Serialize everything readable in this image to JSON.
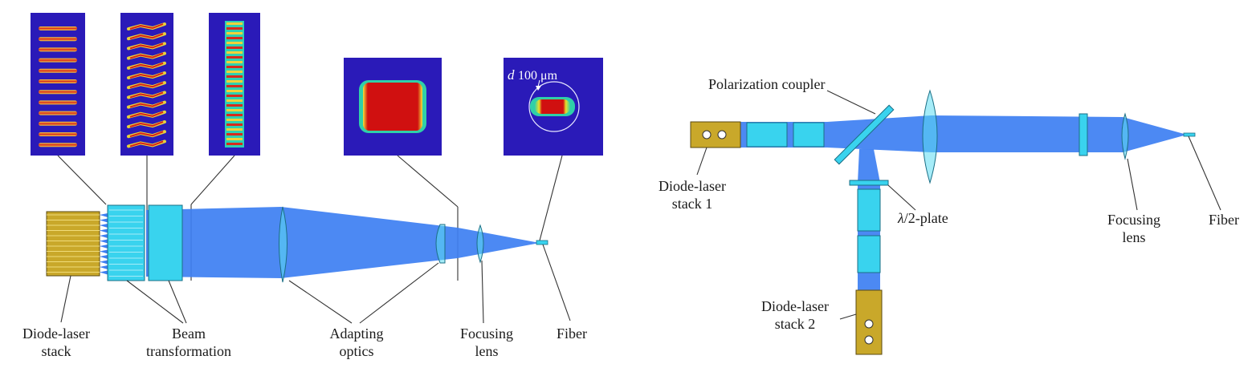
{
  "left_diagram": {
    "labels": {
      "diode_stack_line1": "Diode-laser",
      "diode_stack_line2": "stack",
      "beam_transformation_line1": "Beam",
      "beam_transformation_line2": "transformation",
      "adapting_optics_line1": "Adapting",
      "adapting_optics_line2": "optics",
      "focusing_lens_line1": "Focusing",
      "focusing_lens_line2": "lens",
      "fiber": "Fiber",
      "spot_size_d": "d",
      "spot_size_value": "100 μm"
    }
  },
  "right_diagram": {
    "labels": {
      "polarization_coupler": "Polarization coupler",
      "stack1_line1": "Diode-laser",
      "stack1_line2": "stack 1",
      "stack2_line1": "Diode-laser",
      "stack2_line2": "stack 2",
      "half_wave_plate_lambda": "λ",
      "half_wave_plate_rest": "/2-plate",
      "focusing_lens_line1": "Focusing",
      "focusing_lens_line2": "lens",
      "fiber": "Fiber"
    }
  },
  "colors": {
    "beam": "#3d7ff2",
    "optic": "#39d3ee",
    "diode_stack": "#c9a82a",
    "panel_background": "#2a1ab8",
    "intensity_high": "#d40a0a"
  }
}
